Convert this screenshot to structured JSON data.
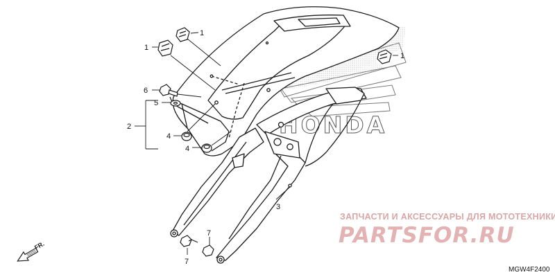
{
  "callouts": {
    "c1a": "1",
    "c1b": "1",
    "c1c": "1",
    "c6": "6",
    "c5": "5",
    "c2": "2",
    "c4a": "4",
    "c4b": "4",
    "c3": "3",
    "c7a": "7",
    "c7b": "7"
  },
  "brand_mark": "HONDA",
  "watermark": {
    "subtitle": "ЗАПЧАСТИ И АКСЕССУАРЫ ДЛЯ МОТОТЕХНИКИ",
    "logo": "PARTSFOR.RU"
  },
  "direction_label": "FR.",
  "diagram_code": "MGW4F2400",
  "colors": {
    "line": "#1a1a1a",
    "watermark": "#e3b3b3",
    "stipple": "#bdbdbd"
  }
}
